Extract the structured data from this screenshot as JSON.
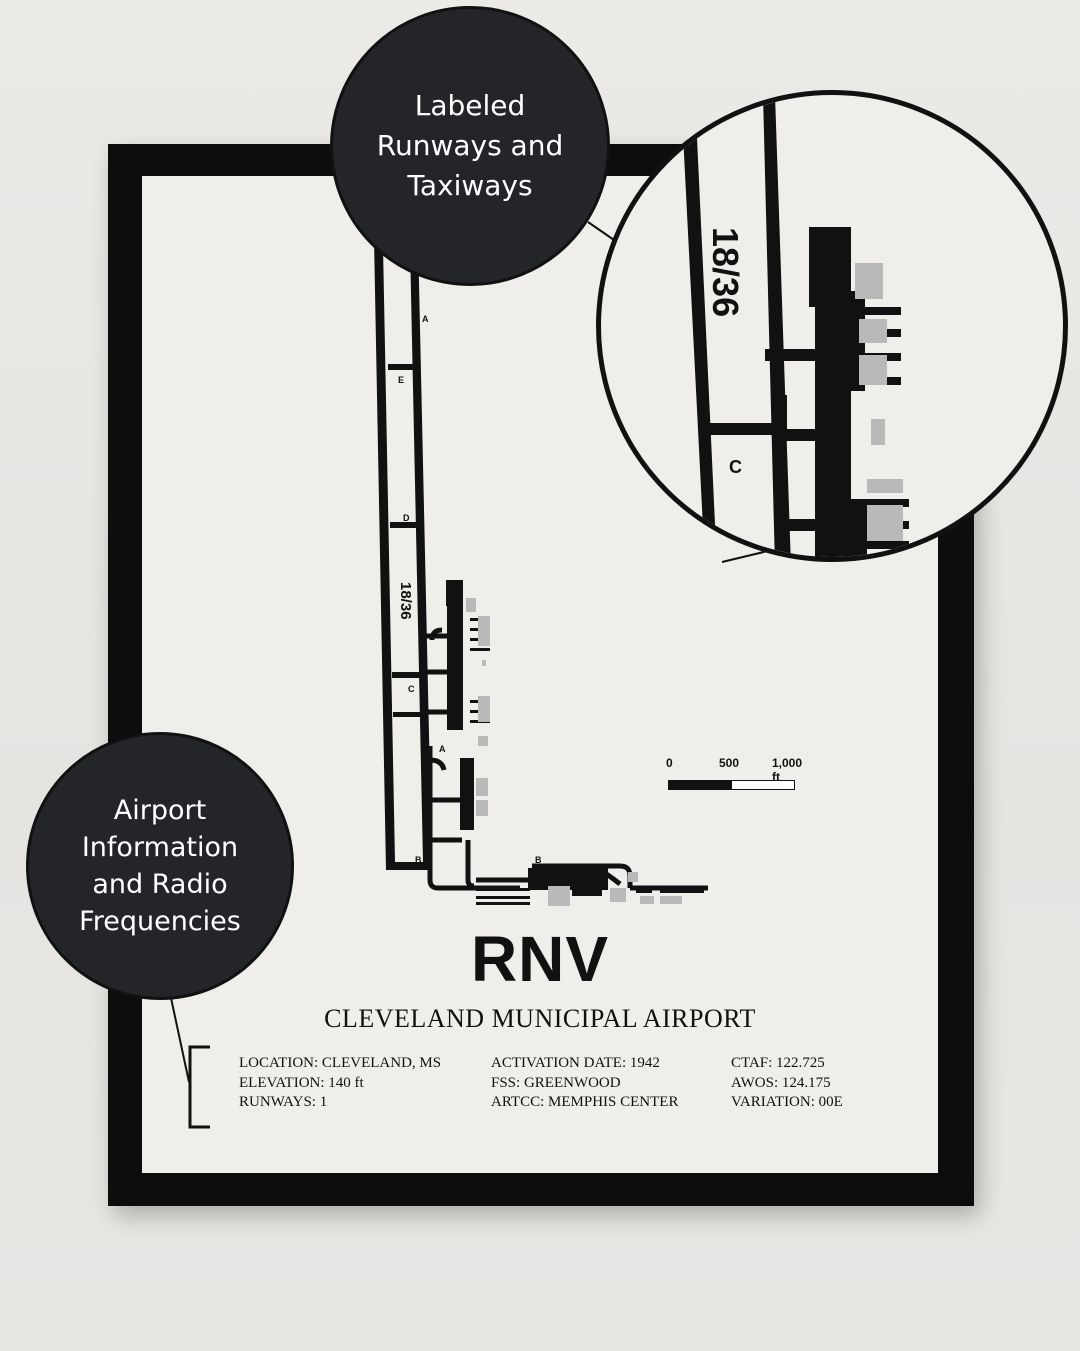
{
  "poster": {
    "code": "RNV",
    "airport_name": "CLEVELAND MUNICIPAL AIRPORT",
    "runway_label": "18/36",
    "taxiway_labels": [
      "A",
      "E",
      "D",
      "C",
      "A",
      "B",
      "B"
    ],
    "info_columns": [
      [
        "LOCATION: CLEVELAND, MS",
        "ELEVATION: 140 ft",
        "RUNWAYS: 1"
      ],
      [
        "ACTIVATION DATE: 1942",
        "FSS: GREENWOOD",
        "ARTCC: MEMPHIS CENTER"
      ],
      [
        "CTAF: 122.725",
        "AWOS: 124.175",
        "VARIATION: 00E"
      ]
    ],
    "scale": {
      "labels": [
        "0",
        "500",
        "1,000 ft"
      ]
    }
  },
  "callouts": {
    "runways": "Labeled\nRunways and\nTaxiways",
    "info": "Airport\nInformation\nand Radio\nFrequencies"
  },
  "zoom": {
    "runway_label": "18/36",
    "taxiway_label": "C"
  },
  "colors": {
    "wall": "#e9e7e4",
    "frame": "#0d0d0d",
    "paper": "#f0eeeb",
    "callout": "#232529",
    "ink": "#111111",
    "building_gray": "#b9b9b9"
  }
}
